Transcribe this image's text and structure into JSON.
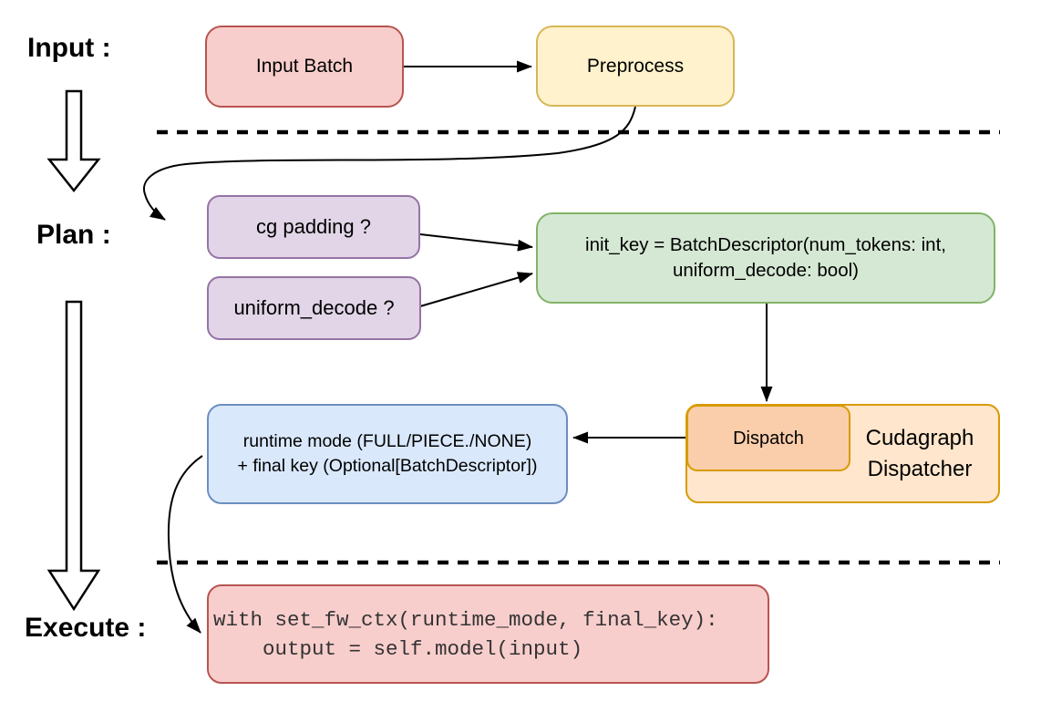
{
  "labels": {
    "input": "Input :",
    "plan": "Plan :",
    "execute": "Execute :"
  },
  "nodes": {
    "input_batch": {
      "label": "Input Batch"
    },
    "preprocess": {
      "label": "Preprocess"
    },
    "cg_padding": {
      "label": "cg padding ?"
    },
    "uniform_decode": {
      "label": "uniform_decode ?"
    },
    "init_key": {
      "line1": "init_key = BatchDescriptor(num_tokens: int,",
      "line2": "uniform_decode: bool)"
    },
    "dispatch": {
      "label": "Dispatch"
    },
    "cudagraph_dispatcher": {
      "line1": "Cudagraph",
      "line2": "Dispatcher"
    },
    "runtime_mode": {
      "line1": "runtime mode (FULL/PIECE./NONE)",
      "line2": "+ final key (Optional[BatchDescriptor])"
    },
    "execute_code": {
      "line1": "with set_fw_ctx(runtime_mode, final_key):",
      "line2": "    output = self.model(input)"
    }
  },
  "colors": {
    "red-fill": "#f8cecc",
    "red-stroke": "#b85450",
    "yellow-fill": "#fff2cc",
    "yellow-stroke": "#d6b656",
    "purple-fill": "#e1d5e7",
    "purple-stroke": "#9673a6",
    "green-fill": "#d5e8d4",
    "green-stroke": "#82b366",
    "blue-fill": "#dae8fc",
    "blue-stroke": "#6c8ebf",
    "orange-fill": "#ffe6cc",
    "orange-deep-fill": "#fbceab",
    "orange-stroke": "#d79b00",
    "connector": "#000000",
    "code-text": "#333333"
  }
}
